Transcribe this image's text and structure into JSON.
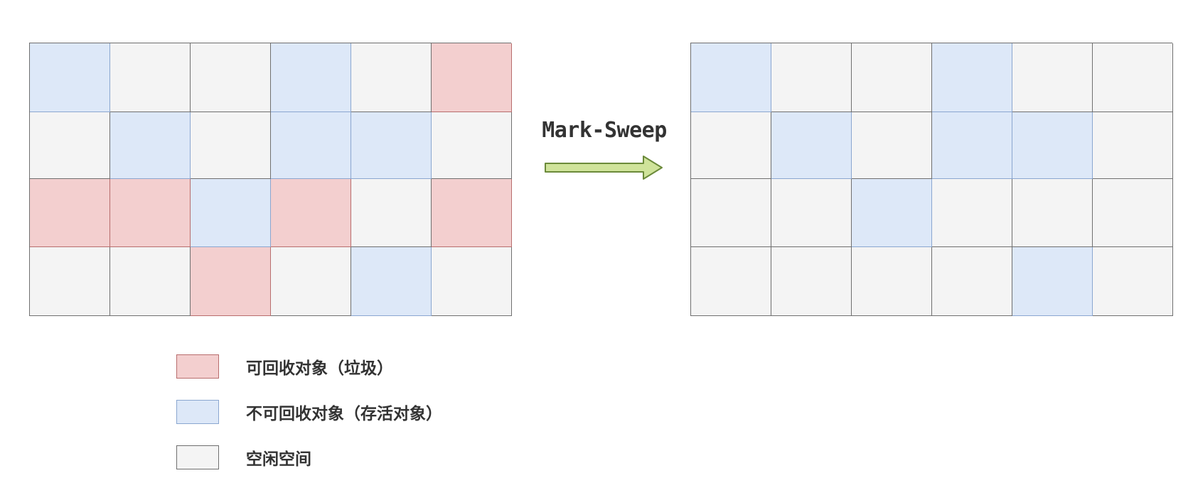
{
  "arrow": {
    "label": "Mark-Sweep",
    "fill_color": "#cfe39a",
    "stroke_color": "#6b8a3a"
  },
  "colors": {
    "garbage": "#f3cfcf",
    "live": "#dde8f8",
    "free": "#f4f4f4"
  },
  "before": {
    "rows": [
      [
        "live",
        "free",
        "free",
        "live",
        "free",
        "garbage"
      ],
      [
        "free",
        "live",
        "free",
        "live",
        "live",
        "free"
      ],
      [
        "garbage",
        "garbage",
        "live",
        "garbage",
        "free",
        "garbage"
      ],
      [
        "free",
        "free",
        "garbage",
        "free",
        "live",
        "free"
      ]
    ]
  },
  "after": {
    "rows": [
      [
        "live",
        "free",
        "free",
        "live",
        "free",
        "free"
      ],
      [
        "free",
        "live",
        "free",
        "live",
        "live",
        "free"
      ],
      [
        "free",
        "free",
        "live",
        "free",
        "free",
        "free"
      ],
      [
        "free",
        "free",
        "free",
        "free",
        "live",
        "free"
      ]
    ]
  },
  "legend": {
    "items": [
      {
        "type": "garbage",
        "label": "可回收对象（垃圾）"
      },
      {
        "type": "live",
        "label": "不可回收对象（存活对象）"
      },
      {
        "type": "free",
        "label": "空闲空间"
      }
    ]
  }
}
